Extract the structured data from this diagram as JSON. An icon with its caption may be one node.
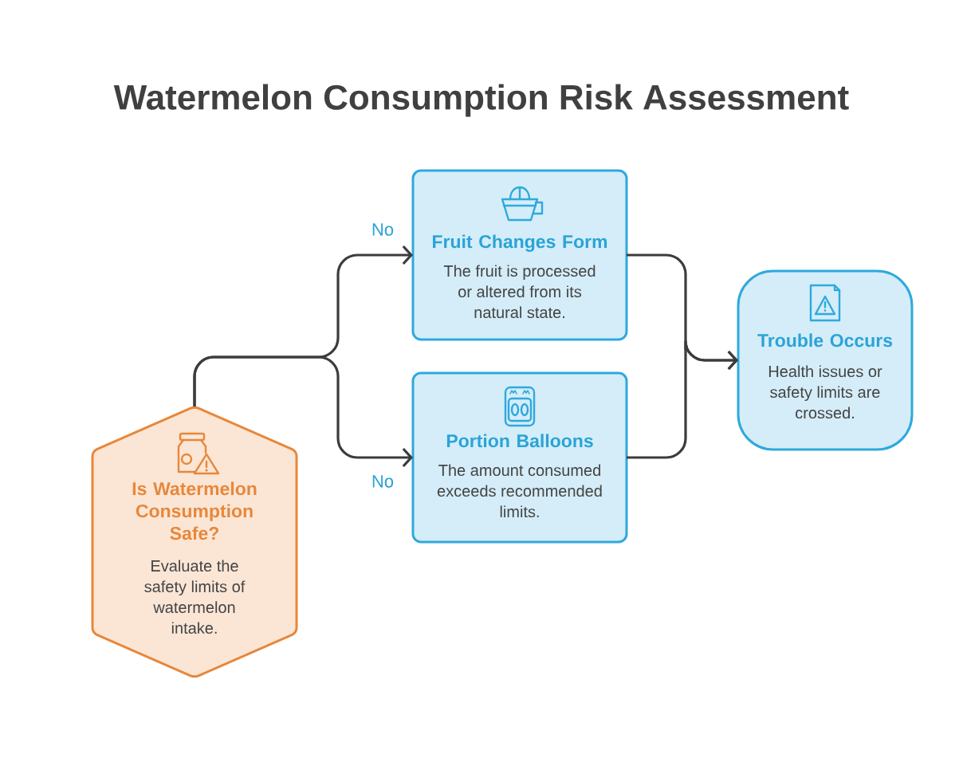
{
  "diagram": {
    "title": "Watermelon Consumption Risk Assessment",
    "nodes": [
      {
        "text": [
          "Is Watermelon Consumption Safe?",
          "Evaluate the safety limits of watermelon intake."
        ]
      },
      {
        "text": [
          "Fruit Changes Form",
          "The fruit is processed or altered from its natural state."
        ]
      },
      {
        "text": [
          "Portion Balloons",
          "The amount consumed exceeds recommended limits."
        ]
      },
      {
        "text": [
          "Trouble Occurs",
          "Health issues or safety limits are crossed."
        ]
      }
    ],
    "edges": [
      {
        "from": 0,
        "to": 1,
        "arrow": "to",
        "label": "No"
      },
      {
        "from": 0,
        "to": 2,
        "arrow": "to",
        "label": "No"
      },
      {
        "from": 1,
        "to": 3,
        "arrow": "to"
      },
      {
        "from": 2,
        "to": 3,
        "arrow": "to"
      }
    ]
  }
}
